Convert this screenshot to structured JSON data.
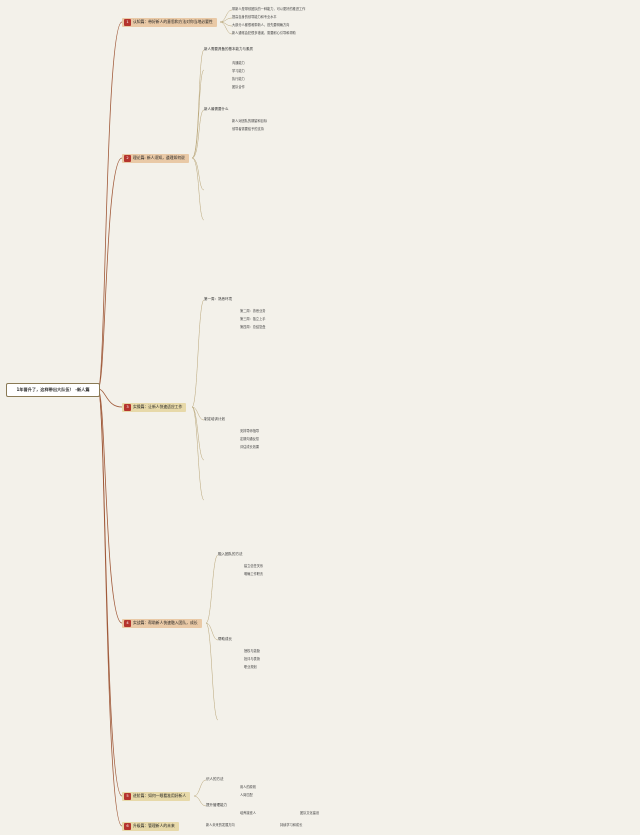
{
  "root": {
    "title": "1年晋升了，这样带出大队伍！ -新人篇"
  },
  "branches": [
    {
      "num": "1",
      "label": "认知篇：带好新人的意思和方法对你当地必要性",
      "color": "#e9c9a6"
    },
    {
      "num": "2",
      "label": "理论篇: 新人须知，道理如何说",
      "color": "#e9c9a6"
    },
    {
      "num": "3",
      "label": "实操篇：让新人快速适应工作",
      "color": "#e7d9a9"
    },
    {
      "num": "4",
      "label": "实战篇：帮助新人快速融入团队，成长",
      "color": "#e9c9a6"
    },
    {
      "num": "5",
      "label": "进阶篇：如何一眼看准用好新人",
      "color": "#e7d9a9"
    },
    {
      "num": "6",
      "label": "升级篇：管理新人的未来",
      "color": "#e7d9a9"
    }
  ],
  "sections": {
    "s1": [
      "带新人是带领团队的一种能力，可以更好的推进工作",
      "提高自身的领导能力和专业水平",
      "大部分人都很难带新人，首先要明确方向",
      "新人通常会犯很多错误，需要耐心引导和帮助"
    ],
    "s2a": [
      "新人需要具备的基本能力与素质",
      "沟通能力",
      "学习能力",
      "执行能力",
      "团队合作"
    ],
    "s2b": [
      "新人最需要什么",
      "新人对团队的期望和目标",
      "领导者需要给予的支持"
    ],
    "s3a": [
      "第一周：熟悉环境",
      "第二周：熟悉业务",
      "第三周：独立上手",
      "第四周：总结复盘"
    ],
    "s3b": [
      "制定培训计划",
      "安排导师指导",
      "定期沟通反馈",
      "评估成长效果"
    ],
    "s4a": [
      "融入团队的方法",
      "建立信任关系",
      "明确工作职责"
    ],
    "s4b": [
      "帮助成长",
      "授权与激励",
      "批评与表扬",
      "职业规划"
    ],
    "s5a": [
      "识人的方法",
      "用人的原则",
      "人岗匹配"
    ],
    "s5b": [
      "提升管理能力",
      "培养接班人",
      "团队文化建设"
    ],
    "s6": [
      "新人未来的发展方向",
      "持续学习和成长"
    ]
  }
}
